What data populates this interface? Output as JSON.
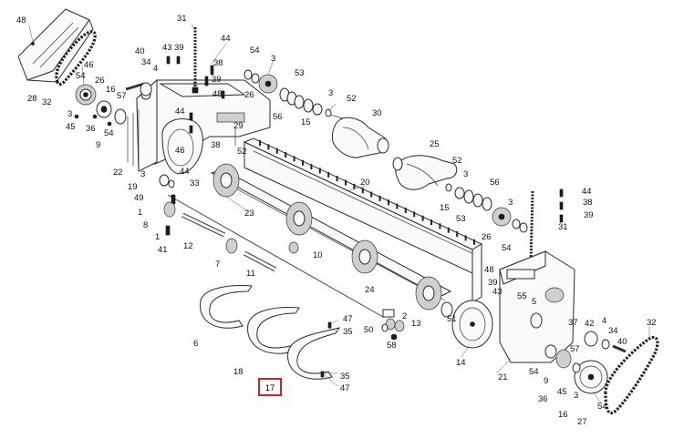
{
  "diagram": {
    "highlighted_part": "17",
    "callouts": {
      "c48a": "48",
      "c46a": "46",
      "c28": "28",
      "c32a": "32",
      "c54a": "54",
      "c26a": "26",
      "c16a": "16",
      "c3a": "3",
      "c45a": "45",
      "c36a": "36",
      "c9a": "9",
      "c57a": "57",
      "c54b": "54",
      "c40a": "40",
      "c34a": "34",
      "c4a": "4",
      "c43a": "43",
      "c39a": "39",
      "c31a": "31",
      "c44a": "44",
      "c38a": "38",
      "c39b": "39",
      "c48b": "48",
      "c54c": "54",
      "c3b": "3",
      "c26b": "26",
      "c53a": "53",
      "c56a": "56",
      "c15a": "15",
      "c3c": "3",
      "c52a": "52",
      "c30": "30",
      "c44b": "44",
      "c29": "29",
      "c46b": "46",
      "c38b": "38",
      "c52b": "52",
      "c22": "22",
      "c3d": "3",
      "c44c": "44",
      "c19": "19",
      "c33": "33",
      "c49": "49",
      "c1a": "1",
      "c8": "8",
      "c1b": "1",
      "c41": "41",
      "c12": "12",
      "c7": "7",
      "c10": "10",
      "c11": "11",
      "c23": "23",
      "c20": "20",
      "c25": "25",
      "c52c": "52",
      "c3e": "3",
      "c56b": "56",
      "c15b": "15",
      "c53b": "53",
      "c3f": "3",
      "c26c": "26",
      "c54d": "54",
      "c31b": "31",
      "c44d": "44",
      "c38c": "38",
      "c39c": "39",
      "c48c": "48",
      "c39d": "39",
      "c43b": "43",
      "c55": "55",
      "c5": "5",
      "c24": "24",
      "c2": "2",
      "c13": "13",
      "c50": "50",
      "c58": "58",
      "c51": "51",
      "c14": "14",
      "c21": "21",
      "c6": "6",
      "c18": "18",
      "c47a": "47",
      "c35a": "35",
      "c35b": "35",
      "c47b": "47",
      "c37": "37",
      "c42": "42",
      "c4b": "4",
      "c34b": "34",
      "c40b": "40",
      "c57b": "57",
      "c54e": "54",
      "c9b": "9",
      "c3g": "3",
      "c45b": "45",
      "c36b": "36",
      "c16b": "16",
      "c27": "27",
      "c54f": "54",
      "c32b": "32"
    }
  }
}
